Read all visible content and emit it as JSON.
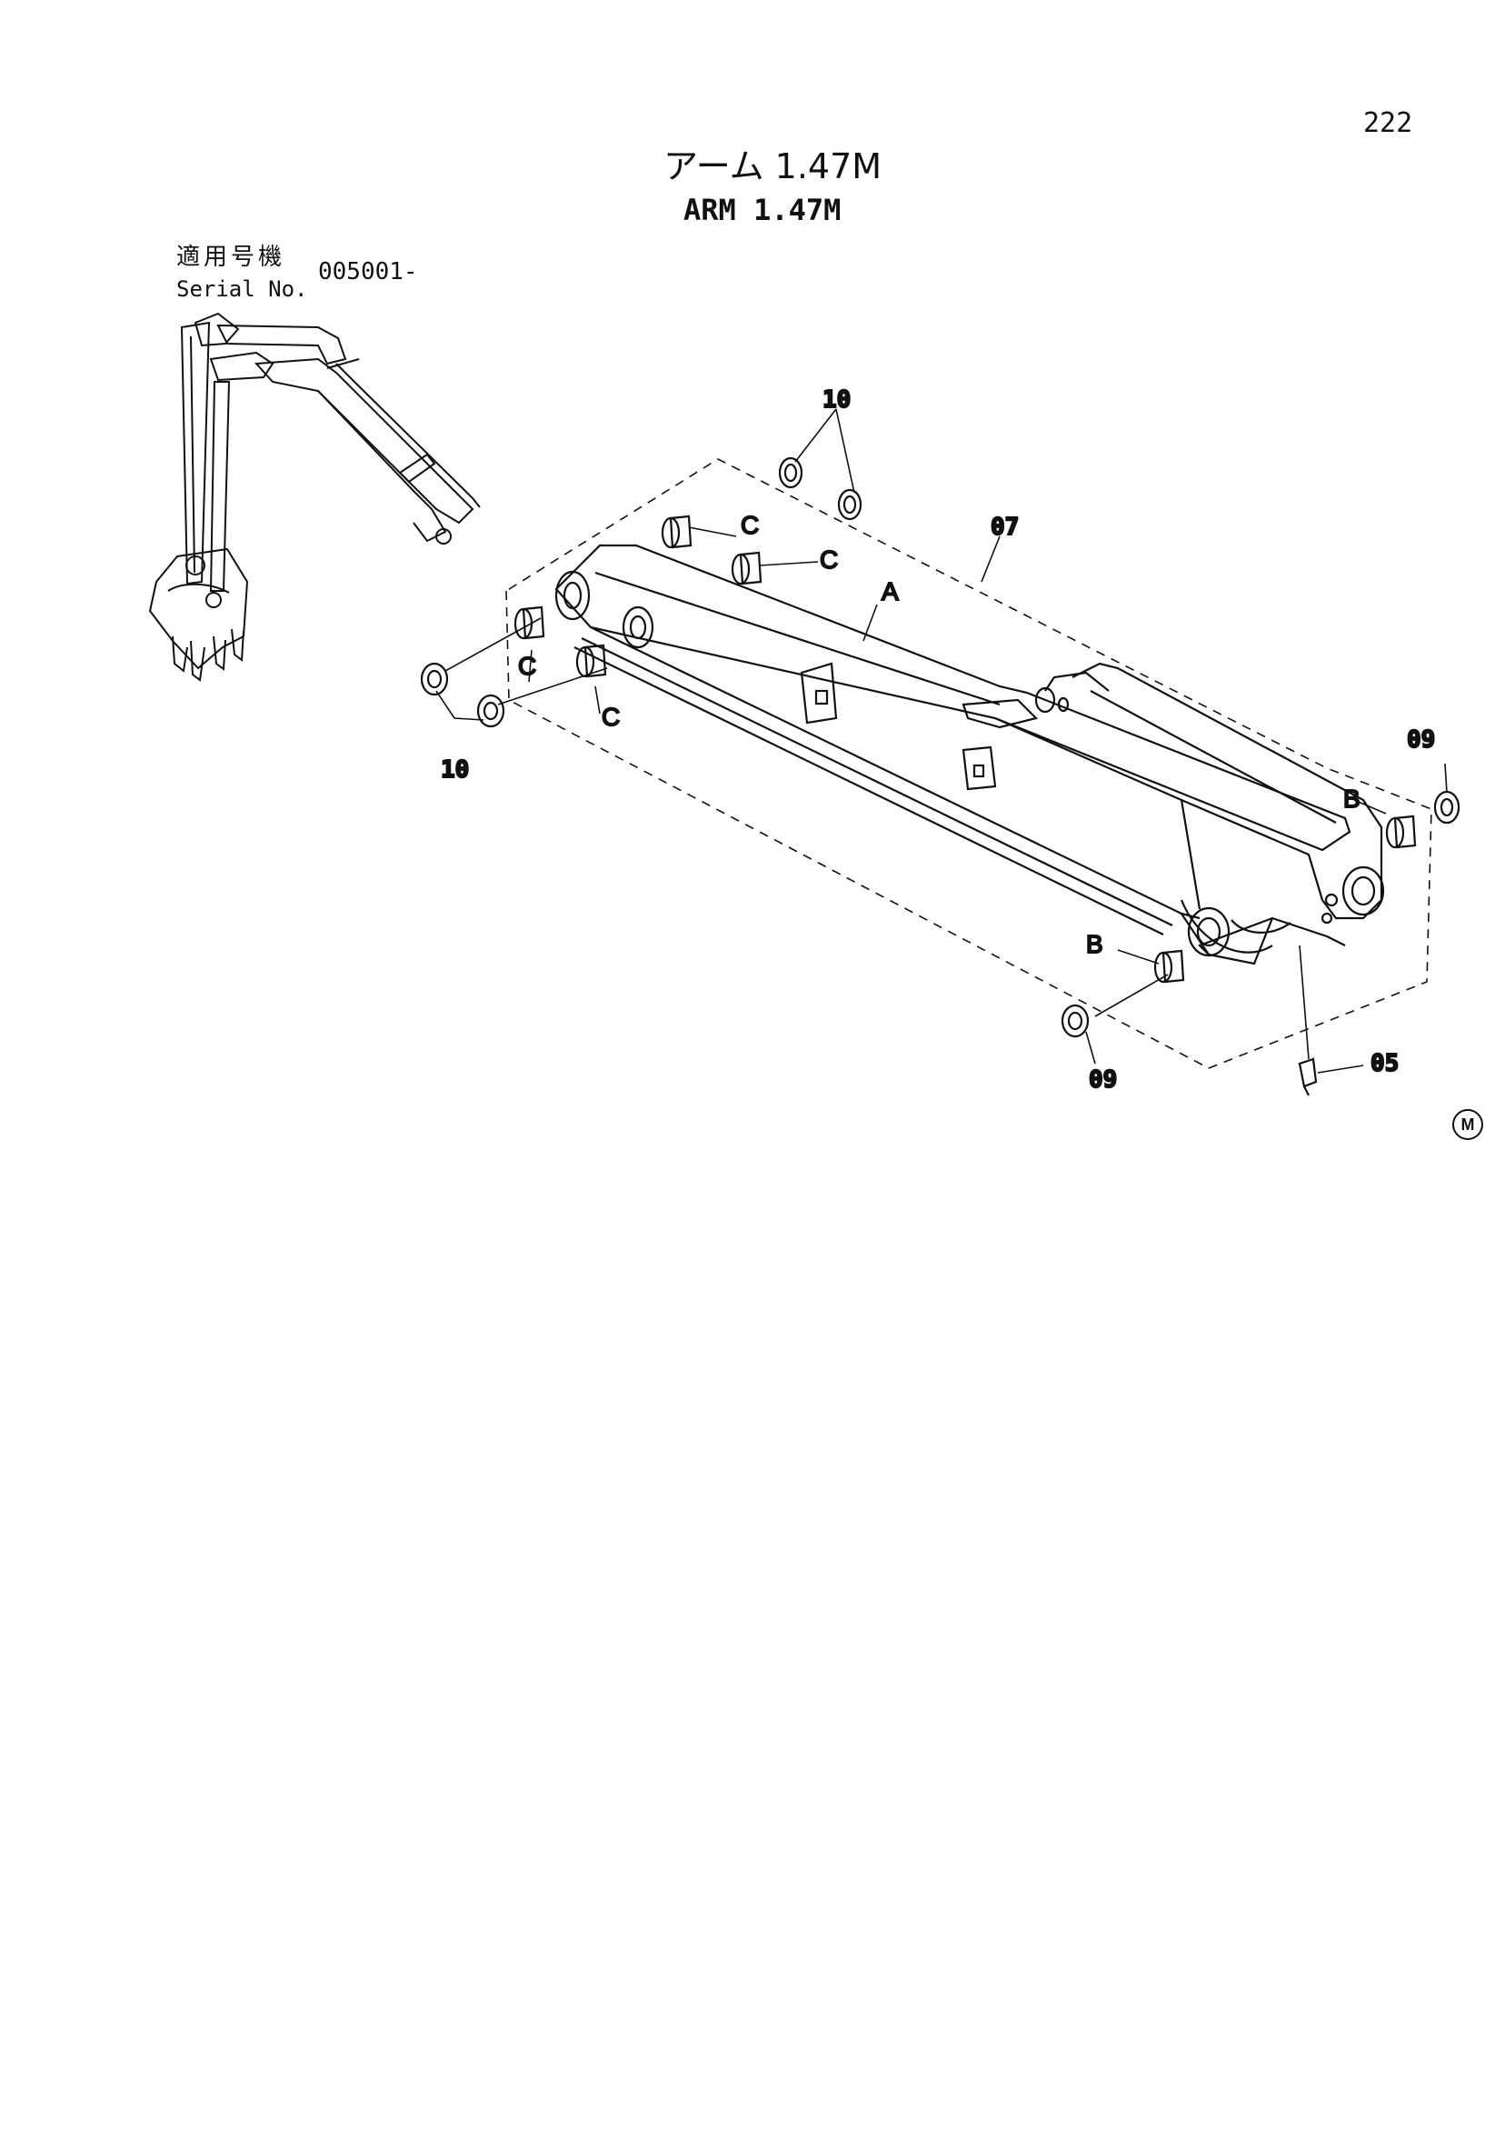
{
  "header": {
    "page_number": "222",
    "title_jp": "アーム 1.47M",
    "title_en": "ARM 1.47M",
    "serial_label_jp": "適用号機",
    "serial_label_en": "Serial No.",
    "serial_value": "005001-"
  },
  "callouts": {
    "part_10": "10",
    "part_07": "07",
    "part_09": "09",
    "part_05": "05",
    "letter_a": "A",
    "letter_b": "B",
    "letter_c": "C"
  },
  "footer": {
    "manufacturer_mark": "M"
  }
}
